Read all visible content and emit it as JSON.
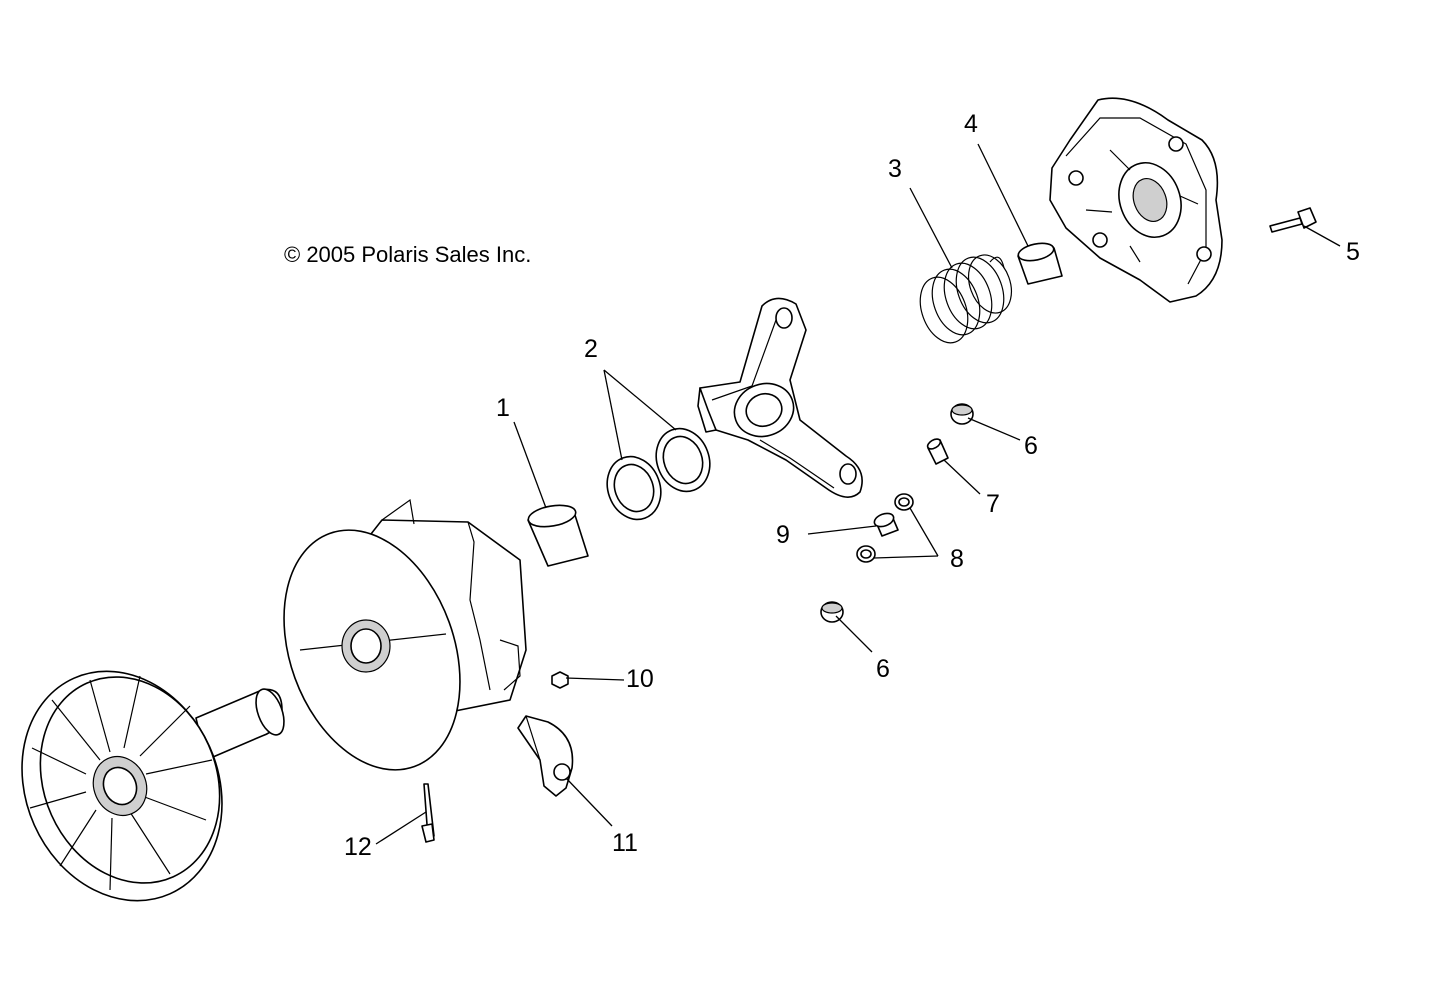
{
  "copyright": "© 2005 Polaris Sales Inc.",
  "callouts": [
    "1",
    "2",
    "3",
    "4",
    "5",
    "6",
    "6",
    "7",
    "8",
    "9",
    "10",
    "11",
    "12"
  ]
}
